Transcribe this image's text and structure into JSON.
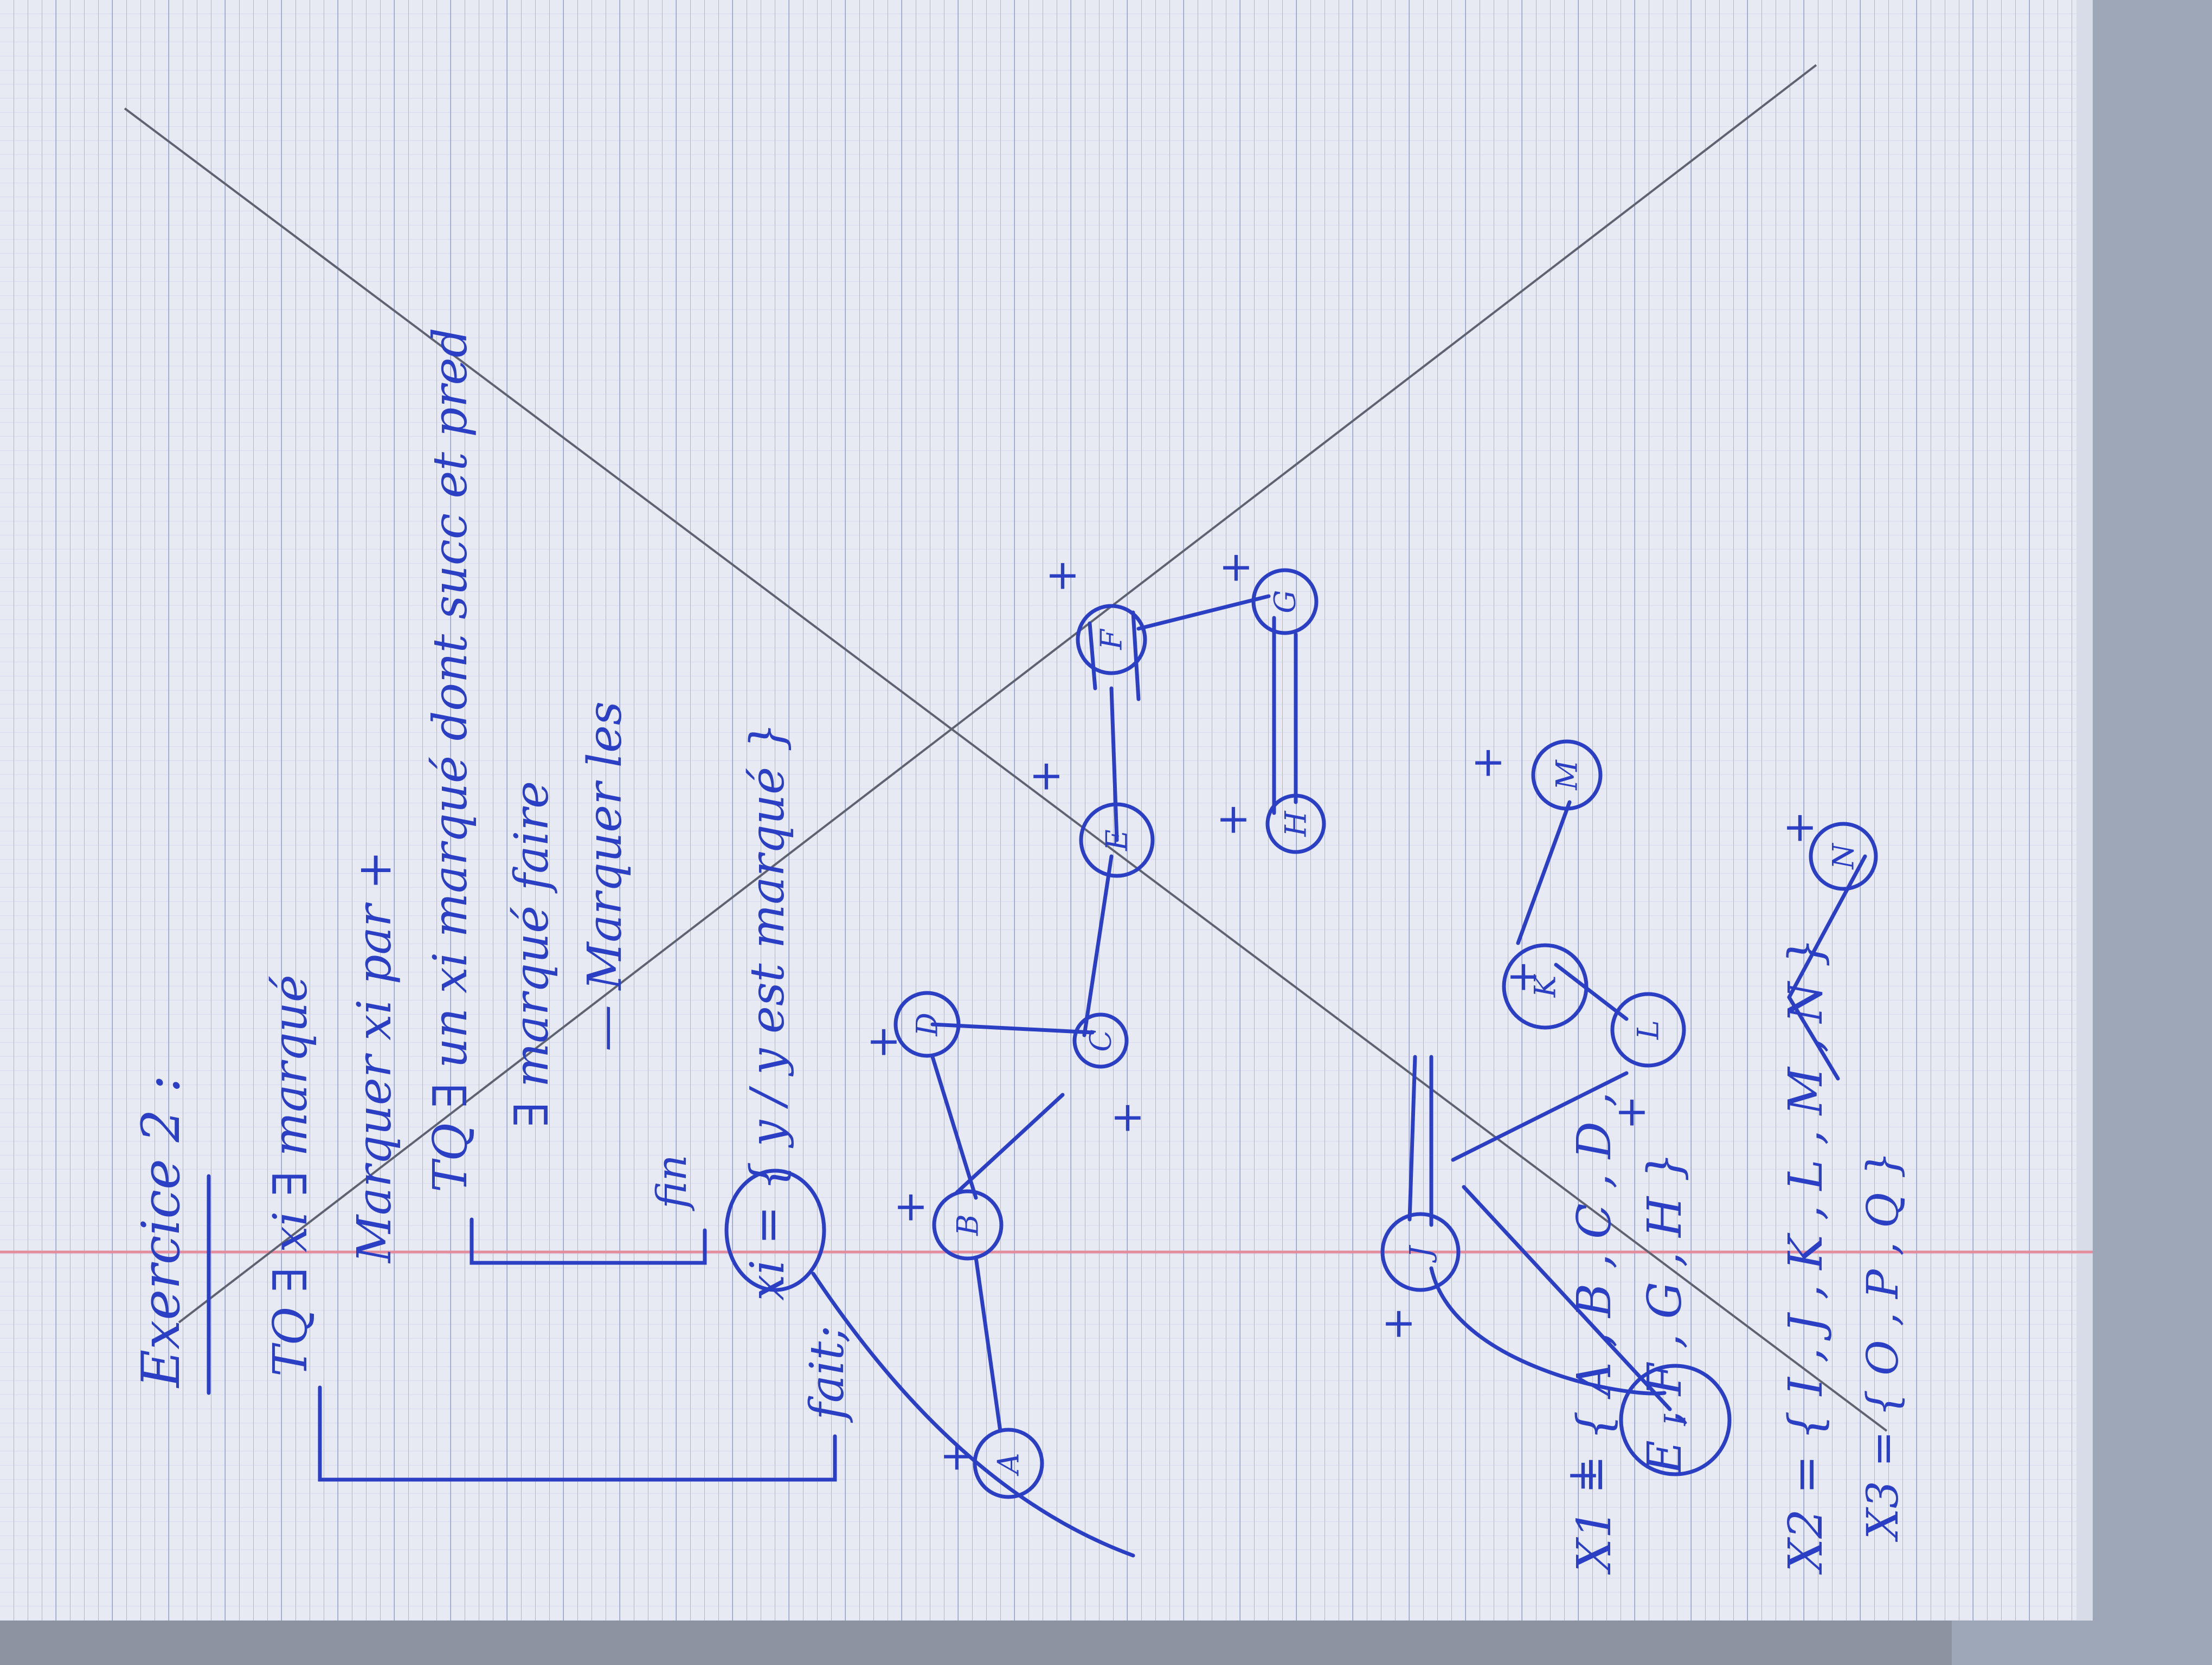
{
  "title": "Exercice 2 :",
  "algorithm": [
    "TQ  ∃ xi  ∃ marqué",
    "Marquer  xi  par +",
    "TQ  ∃ un  xi  marqué  dont succ et pred",
    "∃ marqué  faire",
    "— Marquer les",
    "fin",
    "fait;",
    "xi = { y / y est marqué }"
  ],
  "sets": [
    "X1 = { A , B , C , D ,",
    "E , F , G , H }",
    "X2 = { I , J , K , L , M , N }",
    "X3 = { O , P , Q }"
  ],
  "nodes": [
    "A",
    "B",
    "C",
    "D",
    "E",
    "F",
    "G",
    "H",
    "I",
    "J",
    "K",
    "L",
    "M",
    "N"
  ],
  "mark": "+",
  "colors": {
    "paper": "#e7e9f3",
    "grid": "#a9b3dc",
    "ink": "#2b3fc4",
    "margin": "#e48b9c",
    "pencil": "#5f6270"
  }
}
